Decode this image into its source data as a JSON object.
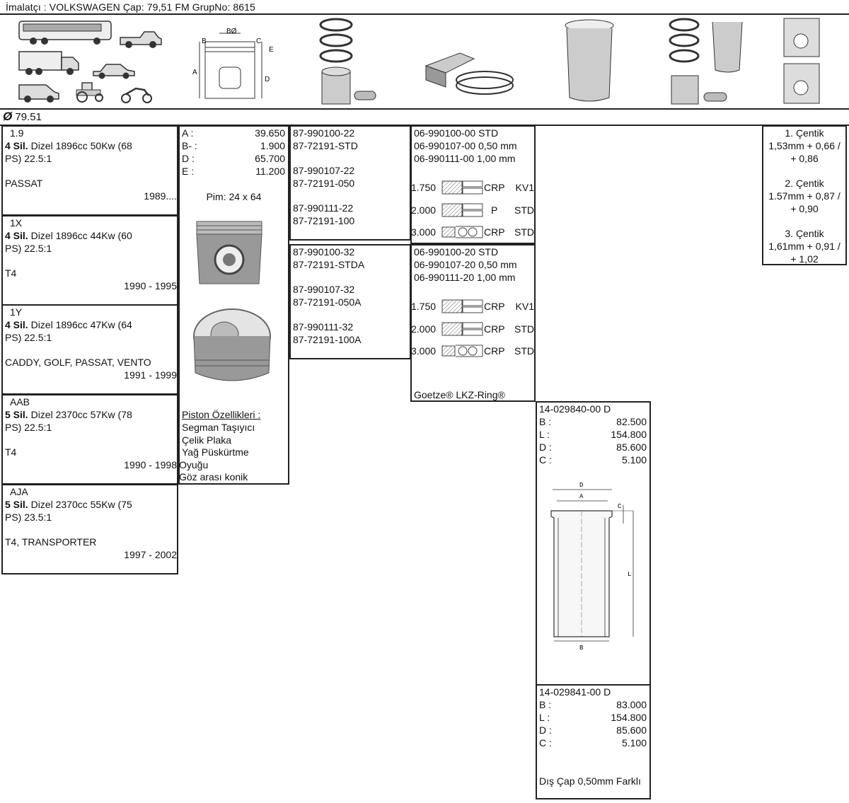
{
  "header": {
    "title": "İmalatçı : VOLKSWAGEN   Çap: 79,51   FM GrupNo: 8615"
  },
  "diameter": "79.51",
  "diagram_labels": {
    "b": "B",
    "bo": "BØ",
    "c": "C",
    "e": "E",
    "a": "A",
    "d": "D"
  },
  "liner_labels": {
    "d": "D",
    "a": "A",
    "c": "C",
    "l": "L",
    "b": "B"
  },
  "engines": [
    {
      "code": "1.9",
      "cyl": "4 Sil.",
      "spec1": "Dizel 1896cc 50Kw (68",
      "spec2": "PS) 22.5:1",
      "model": "PASSAT",
      "years": "1989...."
    },
    {
      "code": "1X",
      "cyl": "4 Sil.",
      "spec1": "Dizel 1896cc 44Kw (60",
      "spec2": "PS) 22.5:1",
      "model": "T4",
      "years": "1990 - 1995"
    },
    {
      "code": "1Y",
      "cyl": "4 Sil.",
      "spec1": "Dizel 1896cc 47Kw (64",
      "spec2": "PS) 22.5:1",
      "model": "CADDY, GOLF, PASSAT, VENTO",
      "years": "1991 - 1999"
    },
    {
      "code": "AAB",
      "cyl": "5 Sil.",
      "spec1": "Dizel 2370cc 57Kw (78",
      "spec2": "PS) 22.5:1",
      "model": "T4",
      "years": "1990 - 1998"
    },
    {
      "code": "AJA",
      "cyl": "5 Sil.",
      "spec1": "Dizel 2370cc 55Kw (75",
      "spec2": "PS) 23.5:1",
      "model": "T4, TRANSPORTER",
      "years": "1997 - 2002"
    }
  ],
  "piston": {
    "dims": [
      {
        "label": "A :",
        "value": "39.650"
      },
      {
        "label": "B- :",
        "value": "1.900"
      },
      {
        "label": "D :",
        "value": "65.700"
      },
      {
        "label": "E :",
        "value": "11.200"
      }
    ],
    "pin": "Pim: 24 x 64",
    "features_title": "Piston Özellikleri :",
    "features": [
      "Segman Taşıyıcı",
      "Çelik Plaka",
      "Yağ Püskürtme",
      "Oyuğu",
      "Göz arası konik"
    ]
  },
  "piston_parts": [
    [
      "87-990100-22",
      "87-72191-STD",
      "87-990107-22",
      "87-72191-050",
      "87-990111-22",
      "87-72191-100"
    ],
    [
      "87-990100-32",
      "87-72191-STDA",
      "87-990107-32",
      "87-72191-050A",
      "87-990111-32",
      "87-72191-100A"
    ]
  ],
  "ring_sets": [
    {
      "parts": [
        "06-990100-00 STD",
        "06-990107-00 0,50 mm",
        "06-990111-00 1,00 mm"
      ],
      "rings": [
        {
          "size": "1.750",
          "type": "CRP",
          "code": "KV1"
        },
        {
          "size": "2.000",
          "type": "P",
          "code": "STD"
        },
        {
          "size": "3.000",
          "type": "CRP",
          "code": "STD"
        }
      ]
    },
    {
      "parts": [
        "06-990100-20 STD",
        "06-990107-20 0,50 mm",
        "06-990111-20 1,00 mm"
      ],
      "rings": [
        {
          "size": "1.750",
          "type": "CRP",
          "code": "KV1"
        },
        {
          "size": "2.000",
          "type": "CRP",
          "code": "STD"
        },
        {
          "size": "3.000",
          "type": "CRP",
          "code": "STD"
        }
      ]
    }
  ],
  "ring_brand": "Goetze® LKZ-Ring®",
  "liners": [
    {
      "part": "14-029840-00 D",
      "dims": [
        {
          "label": "B :",
          "value": "82.500"
        },
        {
          "label": "L :",
          "value": "154.800"
        },
        {
          "label": "D :",
          "value": "85.600"
        },
        {
          "label": "C :",
          "value": "5.100"
        }
      ]
    },
    {
      "part": "14-029841-00 D",
      "dims": [
        {
          "label": "B :",
          "value": "83.000"
        },
        {
          "label": "L :",
          "value": "154.800"
        },
        {
          "label": "D :",
          "value": "85.600"
        },
        {
          "label": "C :",
          "value": "5.100"
        }
      ],
      "note": "Dış Çap 0,50mm Farklı"
    }
  ],
  "notches": [
    {
      "title": "1. Çentik",
      "l1": "1,53mm + 0,66 /",
      "l2": "+ 0,86"
    },
    {
      "title": "2. Çentik",
      "l1": "1.57mm + 0,87 /",
      "l2": "+ 0,90"
    },
    {
      "title": "3. Çentik",
      "l1": "1,61mm + 0,91 /",
      "l2": "+ 1,02"
    }
  ]
}
